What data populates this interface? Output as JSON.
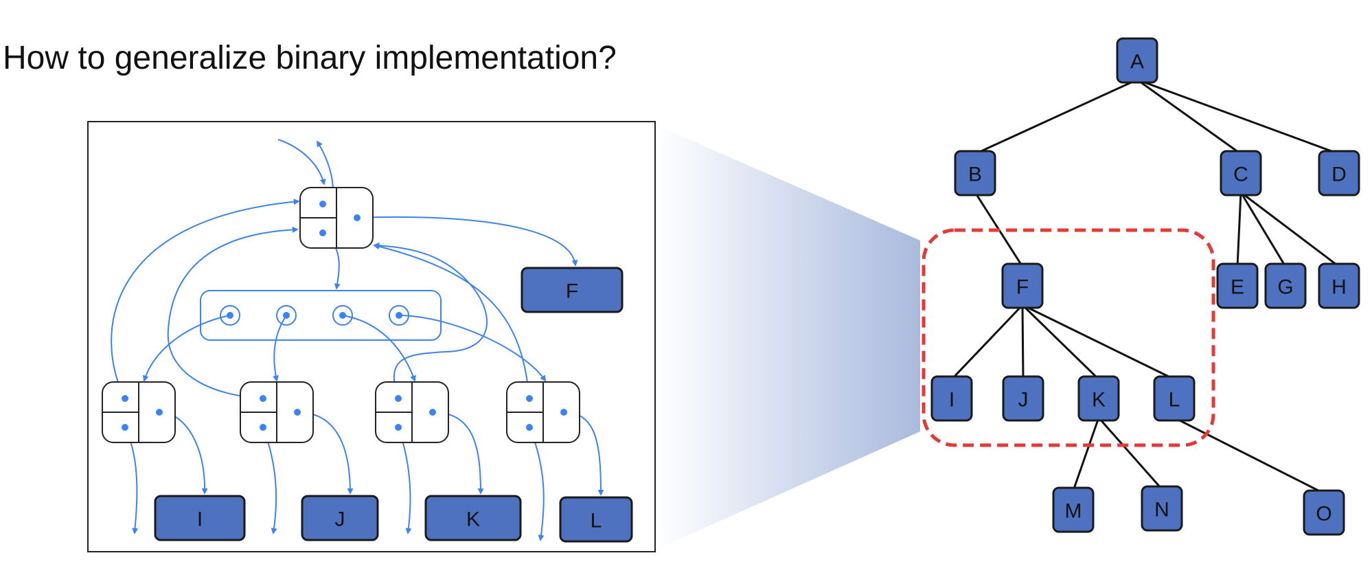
{
  "title": "How to generalize binary implementation?",
  "colors": {
    "node_fill": "#4f72c0",
    "node_stroke": "#1a1a1a",
    "pointer": "#3b82f6",
    "highlight": "#e53935",
    "frame": "#222222",
    "edge": "#111111"
  },
  "icons": {
    "pointer_endpoint": "dot-icon",
    "pointer_head": "arrowhead-icon"
  },
  "tree": {
    "nodes": [
      "A",
      "B",
      "C",
      "D",
      "E",
      "F",
      "G",
      "H",
      "I",
      "J",
      "K",
      "L",
      "M",
      "N",
      "O"
    ],
    "edges": [
      [
        "A",
        "B"
      ],
      [
        "A",
        "C"
      ],
      [
        "A",
        "D"
      ],
      [
        "B",
        "F"
      ],
      [
        "C",
        "E"
      ],
      [
        "C",
        "G"
      ],
      [
        "C",
        "H"
      ],
      [
        "F",
        "I"
      ],
      [
        "F",
        "J"
      ],
      [
        "F",
        "K"
      ],
      [
        "F",
        "L"
      ],
      [
        "K",
        "M"
      ],
      [
        "K",
        "N"
      ],
      [
        "L",
        "O"
      ]
    ],
    "highlighted_subtree_root": "F"
  },
  "implementation": {
    "child_array_slots": 4,
    "data_labels": [
      "F",
      "I",
      "J",
      "K",
      "L"
    ]
  }
}
